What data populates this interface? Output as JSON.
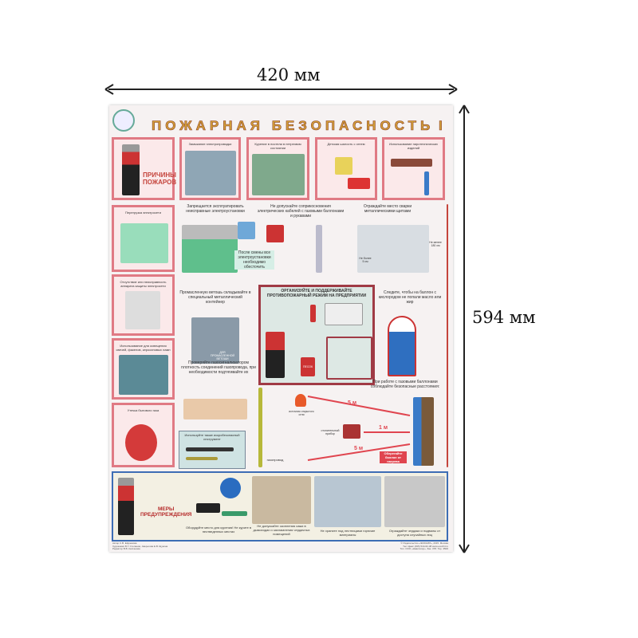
{
  "dimensions": {
    "width": "420 мм",
    "height": "594 мм"
  },
  "poster": {
    "title": "ПОЖАРНАЯ БЕЗОПАСНОСТЬ",
    "part": "I",
    "causes_label": [
      "ПРИЧИНЫ",
      "ПОЖАРОВ"
    ],
    "top_row": [
      "Замыкание электропроводки",
      "Курение в постели в нетрезвом состоянии",
      "Детская шалость с огнем",
      "Использование пиротехнических изделий"
    ],
    "left_column": [
      "Перегрузка электросети",
      "Отсутствие или неисправность аппарата защиты электросети",
      "Использование для освещения свечей, факелов, керосиновых ламп",
      "Утечка бытового газа"
    ],
    "main": {
      "electrical": "Запрещается эксплуатировать неисправные электроустановки",
      "after_shift": "После смены все электроустановки необходимо обесточить",
      "cables": "Не допускайте соприкосновения электрических кабелей с газовыми баллонами и рукавами",
      "welding": "Ограждайте место сварки металлическими щитами",
      "welding_height": "Не менее 180 см",
      "welding_gap": "Не более 5 см",
      "rags": "Промасленную ветошь складывайте в специальный металлический контейнер",
      "container_label": "ДЛЯ ПРОМАСЛЕННОЙ ВЕТОШИ",
      "regime": "ОРГАНИЗУЙТЕ И ПОДДЕРЖИВАЙТЕ ПРОТИВОПОЖАРНЫЙ РЕЖИМ НА ПРЕДПРИЯТИИ",
      "sand": "ПЕСОК",
      "oxygen": "Следите, чтобы на баллон с кислородом не попали масло или жир",
      "gas_check": "Проверяйте газосигнализатором плотность соединений газопровода, при необходимости подтягивайте их",
      "tool": "Используйте также искробезопасный инструмент",
      "distances": "При работе с газовыми баллонами соблюдайте безопасные расстояния:",
      "open_fire": "источник открытого огня",
      "heater": "отопительный прибор",
      "pipe": "газопровод",
      "d1": "5 м",
      "d2": "1 м",
      "d3": "5 м",
      "protect": "Оберегайте баллон от нагрева"
    },
    "bottom": {
      "label": [
        "МЕРЫ",
        "ПРЕДУПРЕЖДЕНИЯ"
      ],
      "items": [
        "Оборудуйте место для курения! Не курите в неотведенных местах",
        "Не допускайте скопления сажи в дымоходах и захламления чердачных помещений",
        "Не храните под лестницами горючие материалы",
        "Ограждайте чердаки и подвалы от доступа случайных лиц"
      ]
    },
    "credits": [
      "Автор С.В. Ефремова",
      "Художники В.Г. Степанов, Аверьтова Е.В. Щукина",
      "Редактор В.В. Калганова"
    ],
    "publisher": [
      "© Издательство «ЭКОЖИЛ», 2015. Москва",
      "Тел./факс (495) 544-62-38 www.ecozhil.ru",
      "Тип. ООО «Навигатор». Зак. 378. Тир. 3500"
    ]
  }
}
